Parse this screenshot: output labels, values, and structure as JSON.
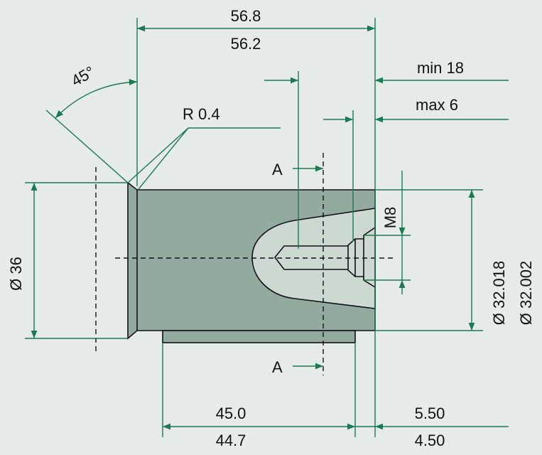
{
  "dimensions": {
    "overall_length_max": "56.8",
    "overall_length_min": "56.2",
    "chamfer_angle": "45°",
    "edge_radius": "R 0.4",
    "thread_depth": "min 18",
    "counterbore_depth": "max 6",
    "section_label": "A",
    "thread_size": "M8",
    "diameter_left": "Ø 36",
    "diameter_right_max": "Ø 32.018",
    "diameter_right_min": "Ø 32.002",
    "shank_length_max": "45.0",
    "shank_length_min": "44.7",
    "end_length_max": "5.50",
    "end_length_min": "4.50"
  },
  "colors": {
    "body": "#93aaa0",
    "cut_section": "#cdd8d3",
    "dimension_line": "#1a7a54",
    "background": "#e6eae9"
  }
}
